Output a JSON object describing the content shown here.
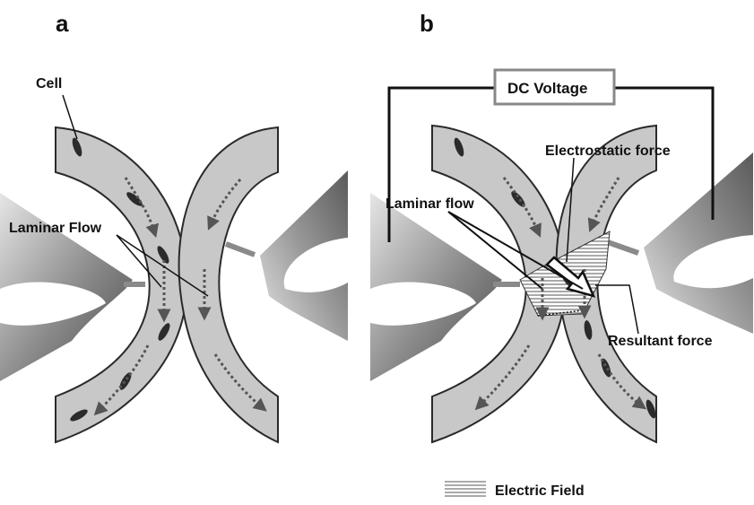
{
  "panels": {
    "a": {
      "label": "a",
      "cell_label": "Cell",
      "flow_label": "Laminar Flow"
    },
    "b": {
      "label": "b",
      "voltage_label": "DC Voltage",
      "electrostatic_label": "Electrostatic force",
      "flow_label": "Laminar flow",
      "resultant_label": "Resultant force"
    }
  },
  "legend": {
    "label": "Electric Field"
  },
  "colors": {
    "channel": "#c8c8c8",
    "channel_edge": "#2a2a2a",
    "electrode_dark": "#6e6e6e",
    "electrode_light": "#d6d6d6",
    "cell": "#2b2b2b",
    "arrow": "#555555",
    "wire": "#111111"
  }
}
